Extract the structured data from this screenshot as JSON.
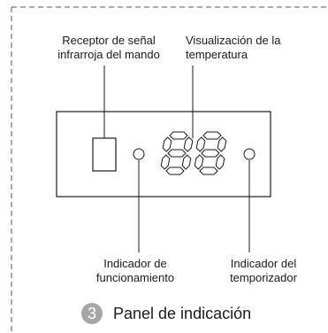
{
  "labels": {
    "receiver": "Receptor de señal\ninfrarroja del mando",
    "temperature": "Visualización de la\ntemperatura",
    "operation": "Indicador de\nfuncionamiento",
    "timer": "Indicador del\ntemporizador"
  },
  "display": {
    "digits": "88"
  },
  "caption": {
    "number": "3",
    "text": "Panel de indicación"
  },
  "colors": {
    "line": "#1a1a1a",
    "dashed_border": "#555555",
    "badge": "#a6a6a6"
  }
}
